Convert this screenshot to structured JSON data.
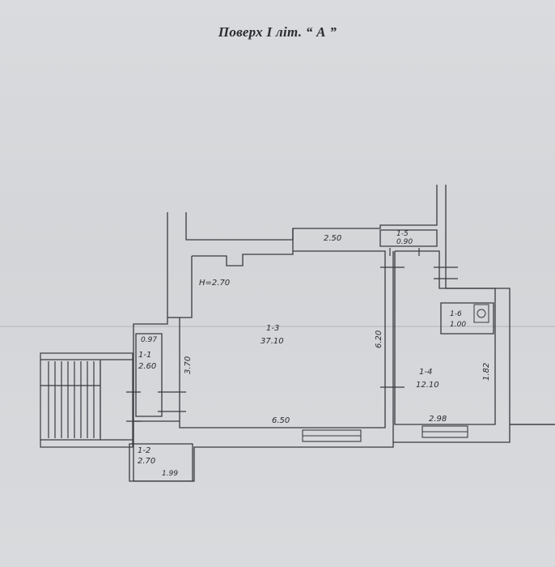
{
  "title": "Поверх I літ. “ А ”",
  "plan": {
    "ceiling_height": "Н=2.70",
    "rooms": [
      {
        "id": "1-1",
        "area": "2.60"
      },
      {
        "id": "1-2",
        "area": "2.70"
      },
      {
        "id": "1-3",
        "area": "37.10"
      },
      {
        "id": "1-4",
        "area": "12.10"
      },
      {
        "id": "1-5",
        "area": "0.90"
      },
      {
        "id": "1-6",
        "area": "1.00"
      }
    ],
    "dimensions": {
      "top_2_50": "2.50",
      "bottom_6_50": "6.50",
      "right_6_20": "6.20",
      "left_3_70": "3.70",
      "top_0_97": "0.97",
      "bottom_1_99": "1.99",
      "bottom_2_98": "2.98",
      "right_1_82": "1.82"
    }
  }
}
